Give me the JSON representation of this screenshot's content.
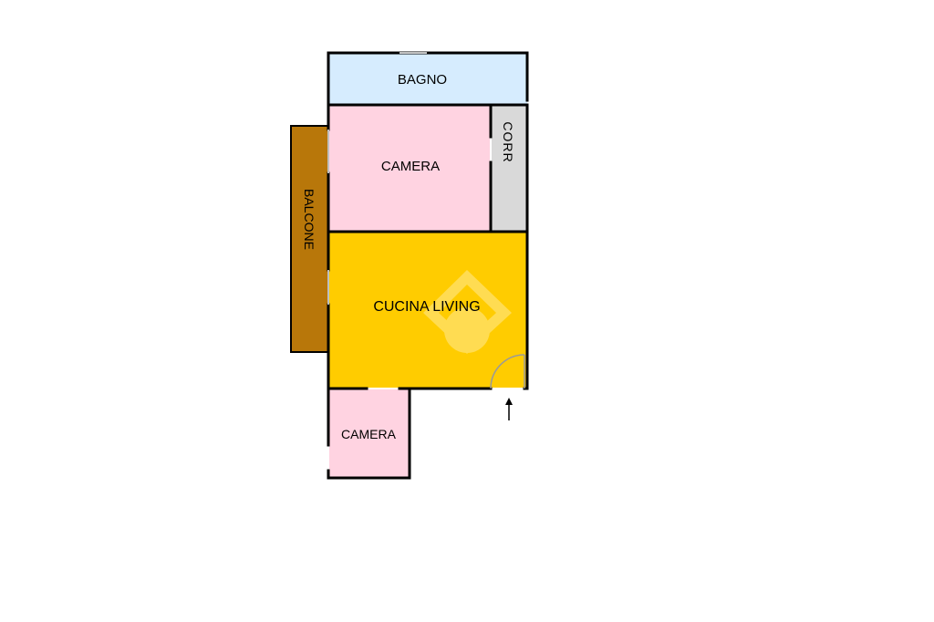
{
  "rooms": {
    "bagno": {
      "label": "BAGNO"
    },
    "camera_top": {
      "label": "CAMERA"
    },
    "corridor": {
      "label": "CORR"
    },
    "balcony": {
      "label": "BALCONE"
    },
    "living": {
      "label": "CUCINA LIVING"
    },
    "camera_bottom": {
      "label": "CAMERA"
    }
  },
  "entrance": {
    "icon": "up-arrow-icon"
  },
  "colors": {
    "bagno": "#d6ecfe",
    "camera": "#ffd3e1",
    "corridor": "#d9d9d9",
    "balcony": "#b8770a",
    "living": "#ffcc00",
    "wall": "#000000",
    "door_arc": "#9a9a9a"
  }
}
